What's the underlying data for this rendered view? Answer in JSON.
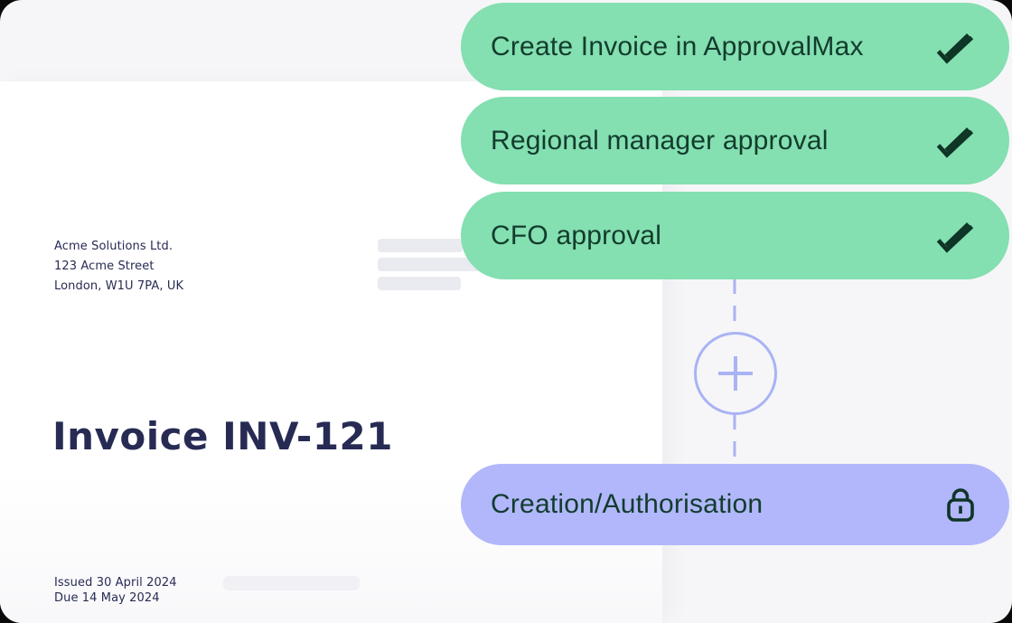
{
  "invoice": {
    "company_name": "Acme Solutions Ltd.",
    "address_line1": "123 Acme Street",
    "address_line2": "London, W1U 7PA, UK",
    "title": "Invoice INV-121",
    "issued": "Issued 30 April 2024",
    "due": "Due 14 May 2024"
  },
  "workflow": {
    "steps": [
      {
        "label": "Create Invoice in ApprovalMax",
        "status_icon": "double-check-icon"
      },
      {
        "label": "Regional manager approval",
        "status_icon": "double-check-icon"
      },
      {
        "label": "CFO approval",
        "status_icon": "double-check-icon"
      }
    ],
    "add_step_icon": "plus-icon",
    "stage": {
      "label": "Creation/Authorisation",
      "icon": "lock-icon"
    }
  },
  "colors": {
    "step_green": "#84DFB1",
    "stage_purple": "#B1B7FA",
    "connector_periwinkle": "#A9B3F4",
    "text_navy": "#272B54",
    "text_dark_green": "#123C2D",
    "card_white": "#FFFFFF",
    "background_gray": "#F6F6F8",
    "skeleton_gray": "#EAEBF1"
  }
}
